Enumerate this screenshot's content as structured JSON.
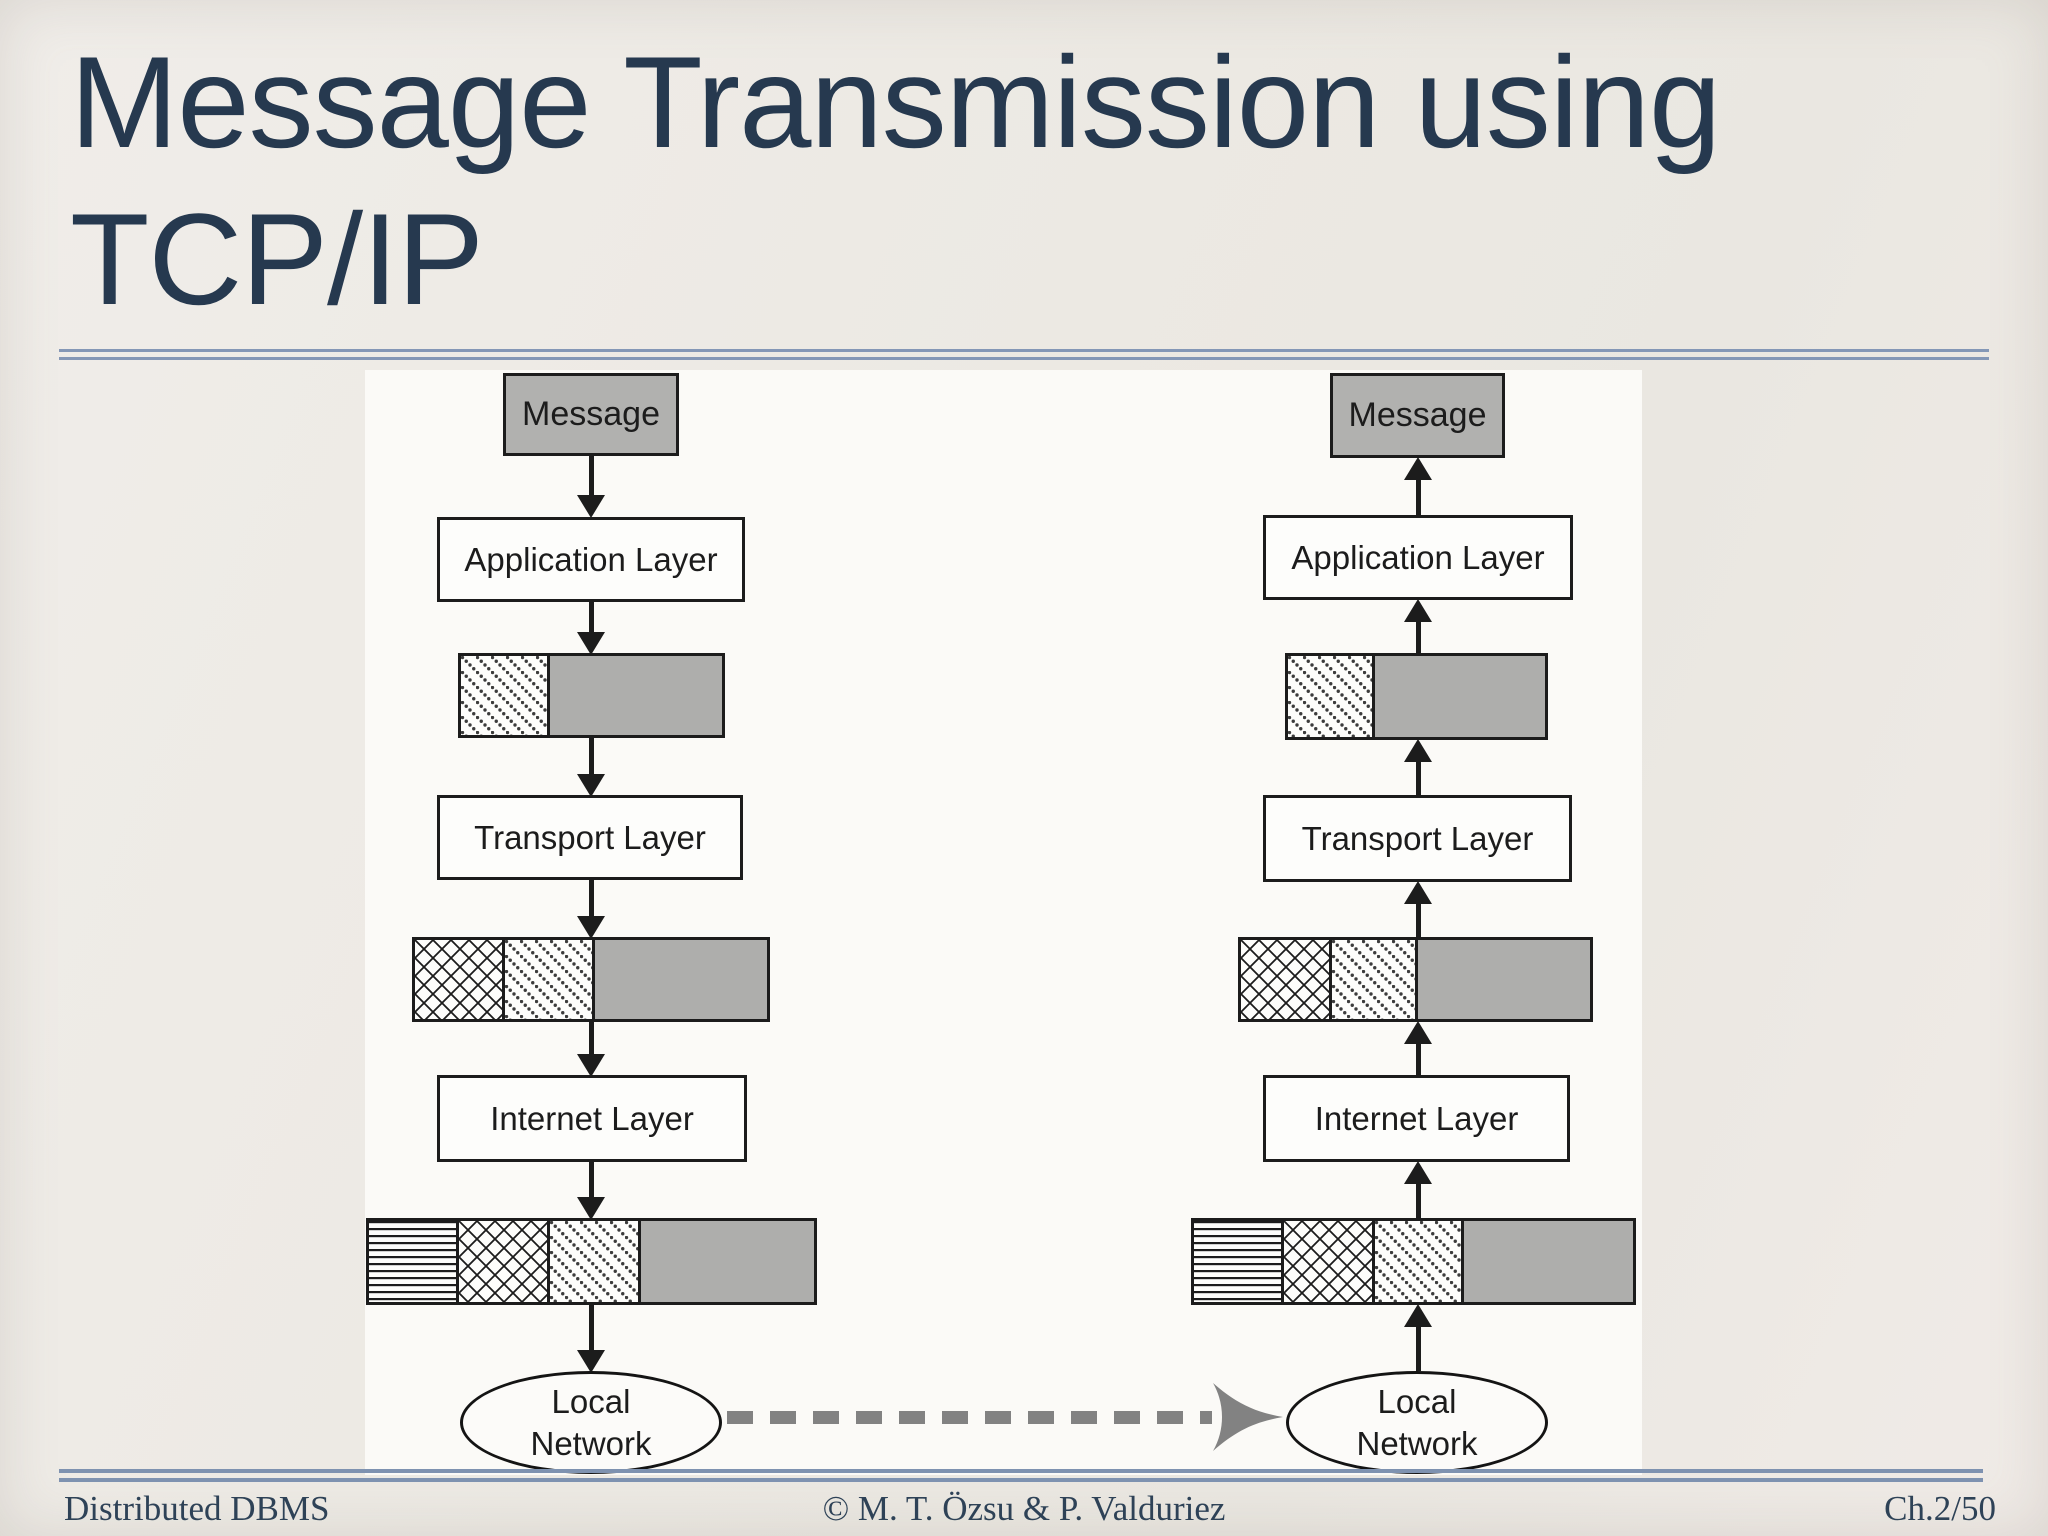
{
  "slide": {
    "title": "Message Transmission using TCP/IP",
    "footer": {
      "left": "Distributed DBMS",
      "center": "© M. T. Özsu & P. Valduriez",
      "right": "Ch.2/50"
    }
  },
  "diagram": {
    "sender": {
      "message": "Message",
      "application": "Application Layer",
      "transport": "Transport Layer",
      "internet": "Internet Layer",
      "network": "Local\nNetwork"
    },
    "receiver": {
      "message": "Message",
      "application": "Application Layer",
      "transport": "Transport Layer",
      "internet": "Internet Layer",
      "network": "Local\nNetwork"
    },
    "patterns": {
      "application_header": "diagonal-dotted-hatch",
      "transport_header": "crosshatch",
      "network_header": "horizontal-lines",
      "payload": "solid-gray"
    }
  },
  "colors": {
    "title": "#26394f",
    "rule": "#8497b6",
    "footer_text": "#2e4257",
    "diagram_ink": "#1c1c1c",
    "gray_fill": "#aeaeac",
    "dashed_arrow": "#828282",
    "slide_bg": "#ece9e3",
    "panel_bg": "#fbfaf7"
  }
}
